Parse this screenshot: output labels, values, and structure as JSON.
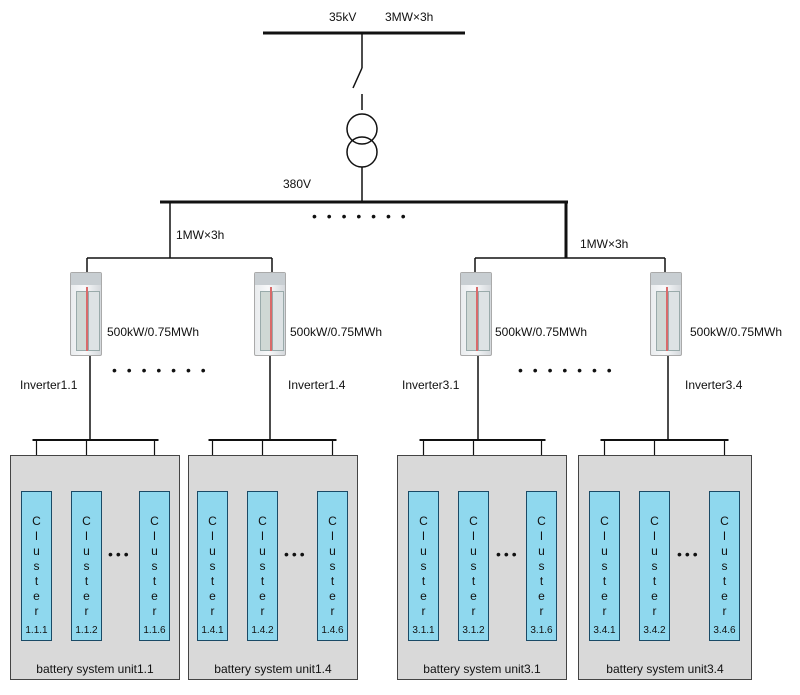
{
  "grid": {
    "voltage_hv": "35kV",
    "rating_total": "3MW×3h",
    "voltage_lv": "380V",
    "bus_dots": "• • • • • • •"
  },
  "groups": [
    {
      "rating": "1MW×3h",
      "dots": "• • • • • • •",
      "inverters": [
        {
          "name": "Inverter1.1",
          "rating": "500kW/0.75MWh"
        },
        {
          "name": "Inverter1.4",
          "rating": "500kW/0.75MWh"
        }
      ]
    },
    {
      "rating": "1MW×3h",
      "dots": "• • • • • • •",
      "inverters": [
        {
          "name": "Inverter3.1",
          "rating": "500kW/0.75MWh"
        },
        {
          "name": "Inverter3.4",
          "rating": "500kW/0.75MWh"
        }
      ]
    }
  ],
  "units": [
    {
      "label": "battery system unit1.1",
      "cluster_word": "Cluster",
      "dots": "•••",
      "clusters": [
        "1.1.1",
        "1.1.2",
        "1.1.6"
      ]
    },
    {
      "label": "battery system unit1.4",
      "cluster_word": "Cluster",
      "dots": "•••",
      "clusters": [
        "1.4.1",
        "1.4.2",
        "1.4.6"
      ]
    },
    {
      "label": "battery system unit3.1",
      "cluster_word": "Cluster",
      "dots": "•••",
      "clusters": [
        "3.1.1",
        "3.1.2",
        "3.1.6"
      ]
    },
    {
      "label": "battery system unit3.4",
      "cluster_word": "Cluster",
      "dots": "•••",
      "clusters": [
        "3.4.1",
        "3.4.2",
        "3.4.6"
      ]
    }
  ]
}
